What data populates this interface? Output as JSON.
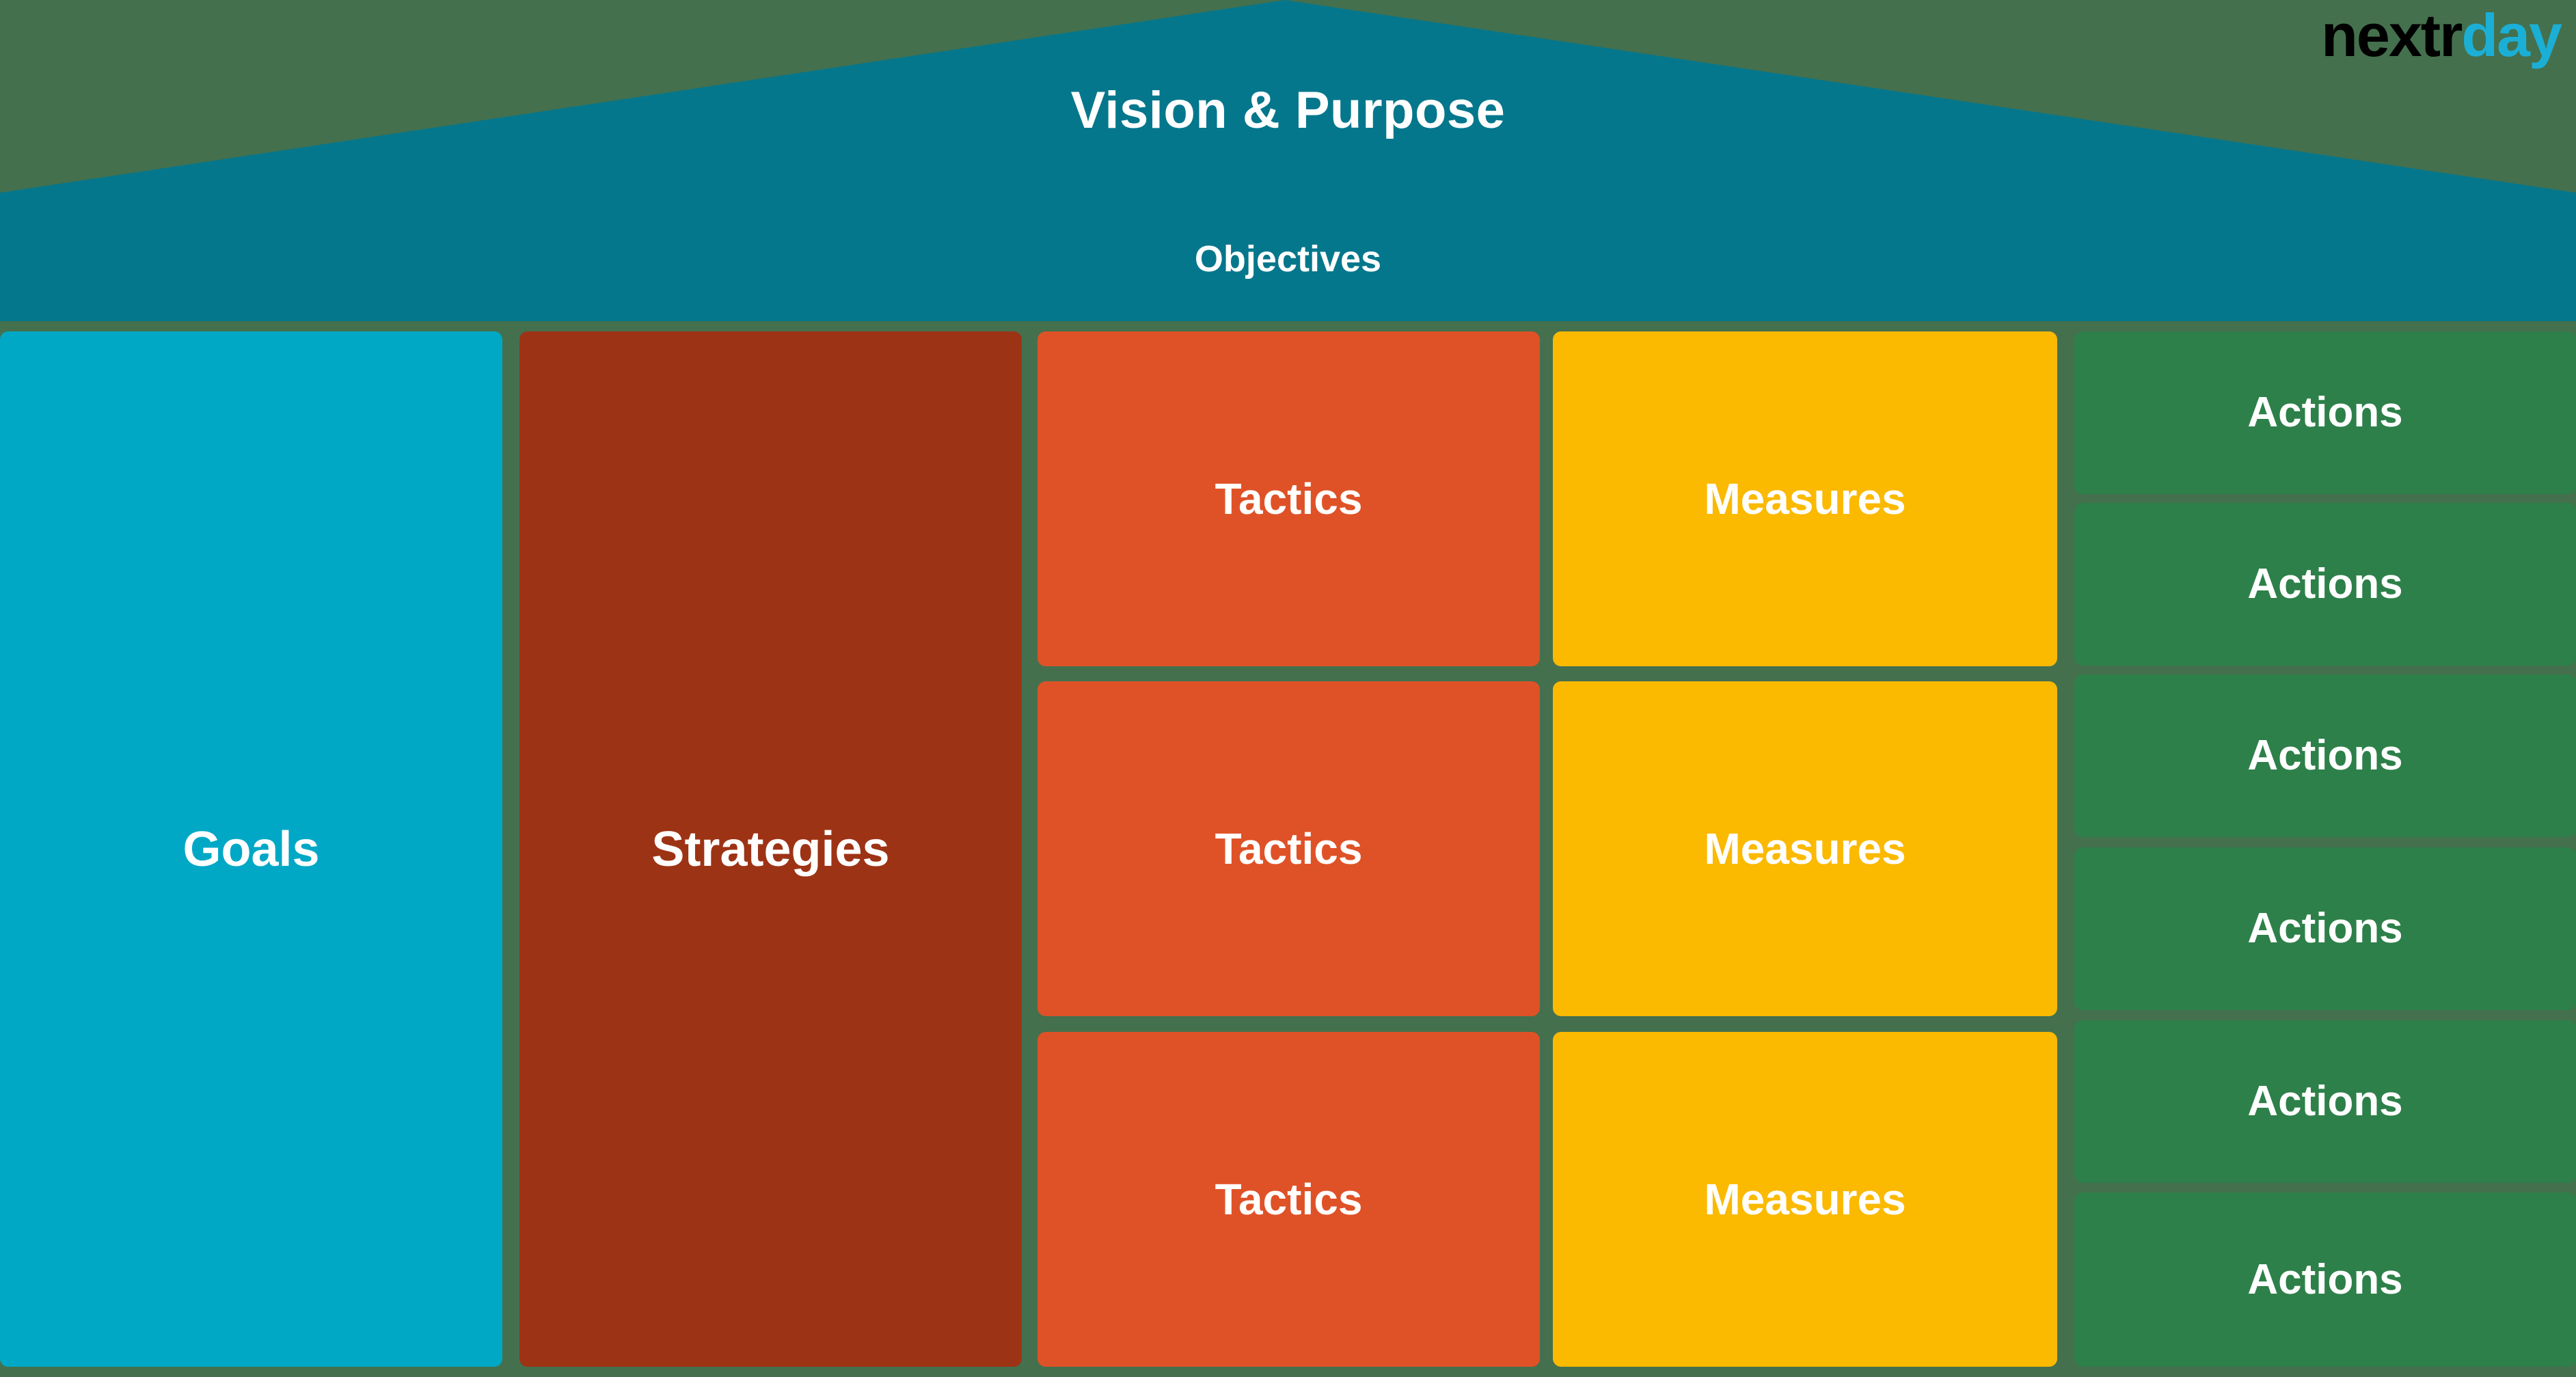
{
  "brand": {
    "logo_primary": "nextr",
    "logo_accent": "day"
  },
  "colors": {
    "background": "#44704e",
    "roof": "#05778c",
    "objectives": "#05778c",
    "goals": "#00a8c6",
    "strategies": "#9d3315",
    "tactics": "#df5227",
    "measures": "#fbb900",
    "actions": "#2d8049",
    "logo_primary": "#000000",
    "logo_accent": "#1bafd6",
    "text": "#ffffff"
  },
  "header": {
    "roof_label": "Vision & Purpose",
    "objectives_label": "Objectives"
  },
  "columns": {
    "goals_label": "Goals",
    "strategies_label": "Strategies"
  },
  "rows": [
    {
      "tactic": "Tactics",
      "measure": "Measures"
    },
    {
      "tactic": "Tactics",
      "measure": "Measures"
    },
    {
      "tactic": "Tactics",
      "measure": "Measures"
    }
  ],
  "actions": [
    {
      "label": "Actions"
    },
    {
      "label": "Actions"
    },
    {
      "label": "Actions"
    },
    {
      "label": "Actions"
    },
    {
      "label": "Actions"
    },
    {
      "label": "Actions"
    }
  ]
}
